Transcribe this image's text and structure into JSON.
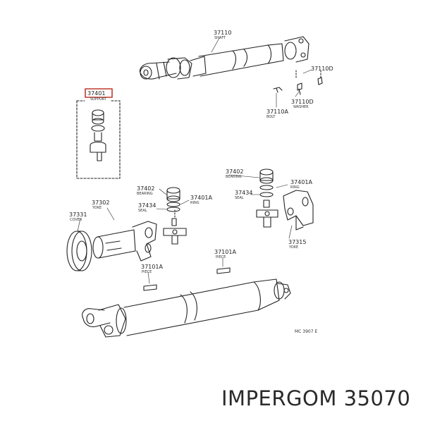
{
  "labels": {
    "l37110": {
      "num": "37110",
      "sub": "SHAFT"
    },
    "l37110D_top": {
      "num": "37110D",
      "sub": ""
    },
    "l37110D_washer": {
      "num": "37110D",
      "sub": "WASHER"
    },
    "l37110A": {
      "num": "37110A",
      "sub": "BOLT"
    },
    "l37401": {
      "num": "37401",
      "sub": "SUPPORT"
    },
    "l37402_r": {
      "num": "37402",
      "sub": "BEARING"
    },
    "l37401A_r": {
      "num": "37401A",
      "sub": "RING"
    },
    "l37434_r": {
      "num": "37434",
      "sub": "SEAL"
    },
    "l37315": {
      "num": "37315",
      "sub": "YOKE"
    },
    "l37402_l": {
      "num": "37402",
      "sub": "BEARING"
    },
    "l37401A_l": {
      "num": "37401A",
      "sub": "RING"
    },
    "l37434_l": {
      "num": "37434",
      "sub": "SEAL"
    },
    "l37302": {
      "num": "37302",
      "sub": "YOKE"
    },
    "l37331": {
      "num": "37331",
      "sub": "COVER"
    },
    "l37101A_r": {
      "num": "37101A",
      "sub": "PIECE"
    },
    "l37101A_l": {
      "num": "37101A",
      "sub": "PIECE"
    },
    "ref": {
      "num": "MC 3907 E",
      "sub": ""
    }
  },
  "brand": "IMPERGOM 35070",
  "colors": {
    "ink": "#222222",
    "highlight": "#c0392b"
  }
}
